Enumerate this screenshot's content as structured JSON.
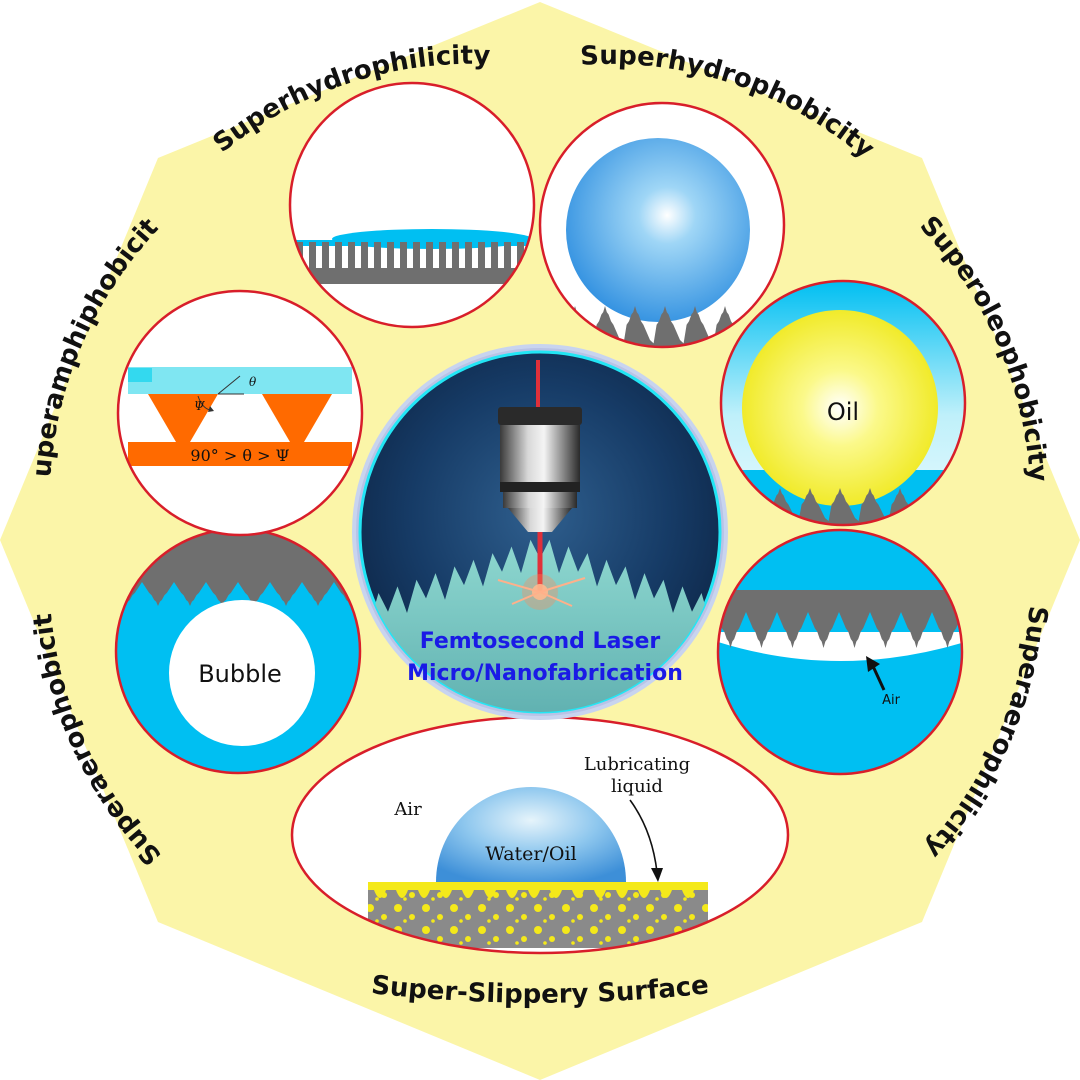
{
  "labels": {
    "superhydrophilicity": "Superhydrophilicity",
    "superhydrophobicity": "Superhydrophobicity",
    "superoleophobicity": "Superoleophobicity",
    "superaerophilicity": "Superaerophilicity",
    "super_slippery": "Super-Slippery Surface",
    "superaerophobicity": "Superaerophobicity",
    "superamphiphobicity": "Superamphiphobicity"
  },
  "center": {
    "line1": "Femtosecond Laser",
    "line2": "Micro/Nanofabrication"
  },
  "panels": {
    "oil": "Oil",
    "bubble": "Bubble",
    "air_small": "Air",
    "angle_formula": "90° > θ > Ψ",
    "theta": "θ",
    "psi": "Ψ",
    "slippery_air": "Air",
    "water_oil": "Water/Oil",
    "lubricating_1": "Lubricating",
    "lubricating_2": "liquid"
  },
  "colors": {
    "octagon": "#fbf5a8",
    "ring": "#d81e2a",
    "water": "#00bff2",
    "droplet": "#4aa0e0",
    "solid": "#6f6f6f",
    "oil": "#f2ee22",
    "orange": "#ff6a00",
    "light_cyan": "#7fe6f2",
    "title_blue": "#1a1ae6"
  }
}
